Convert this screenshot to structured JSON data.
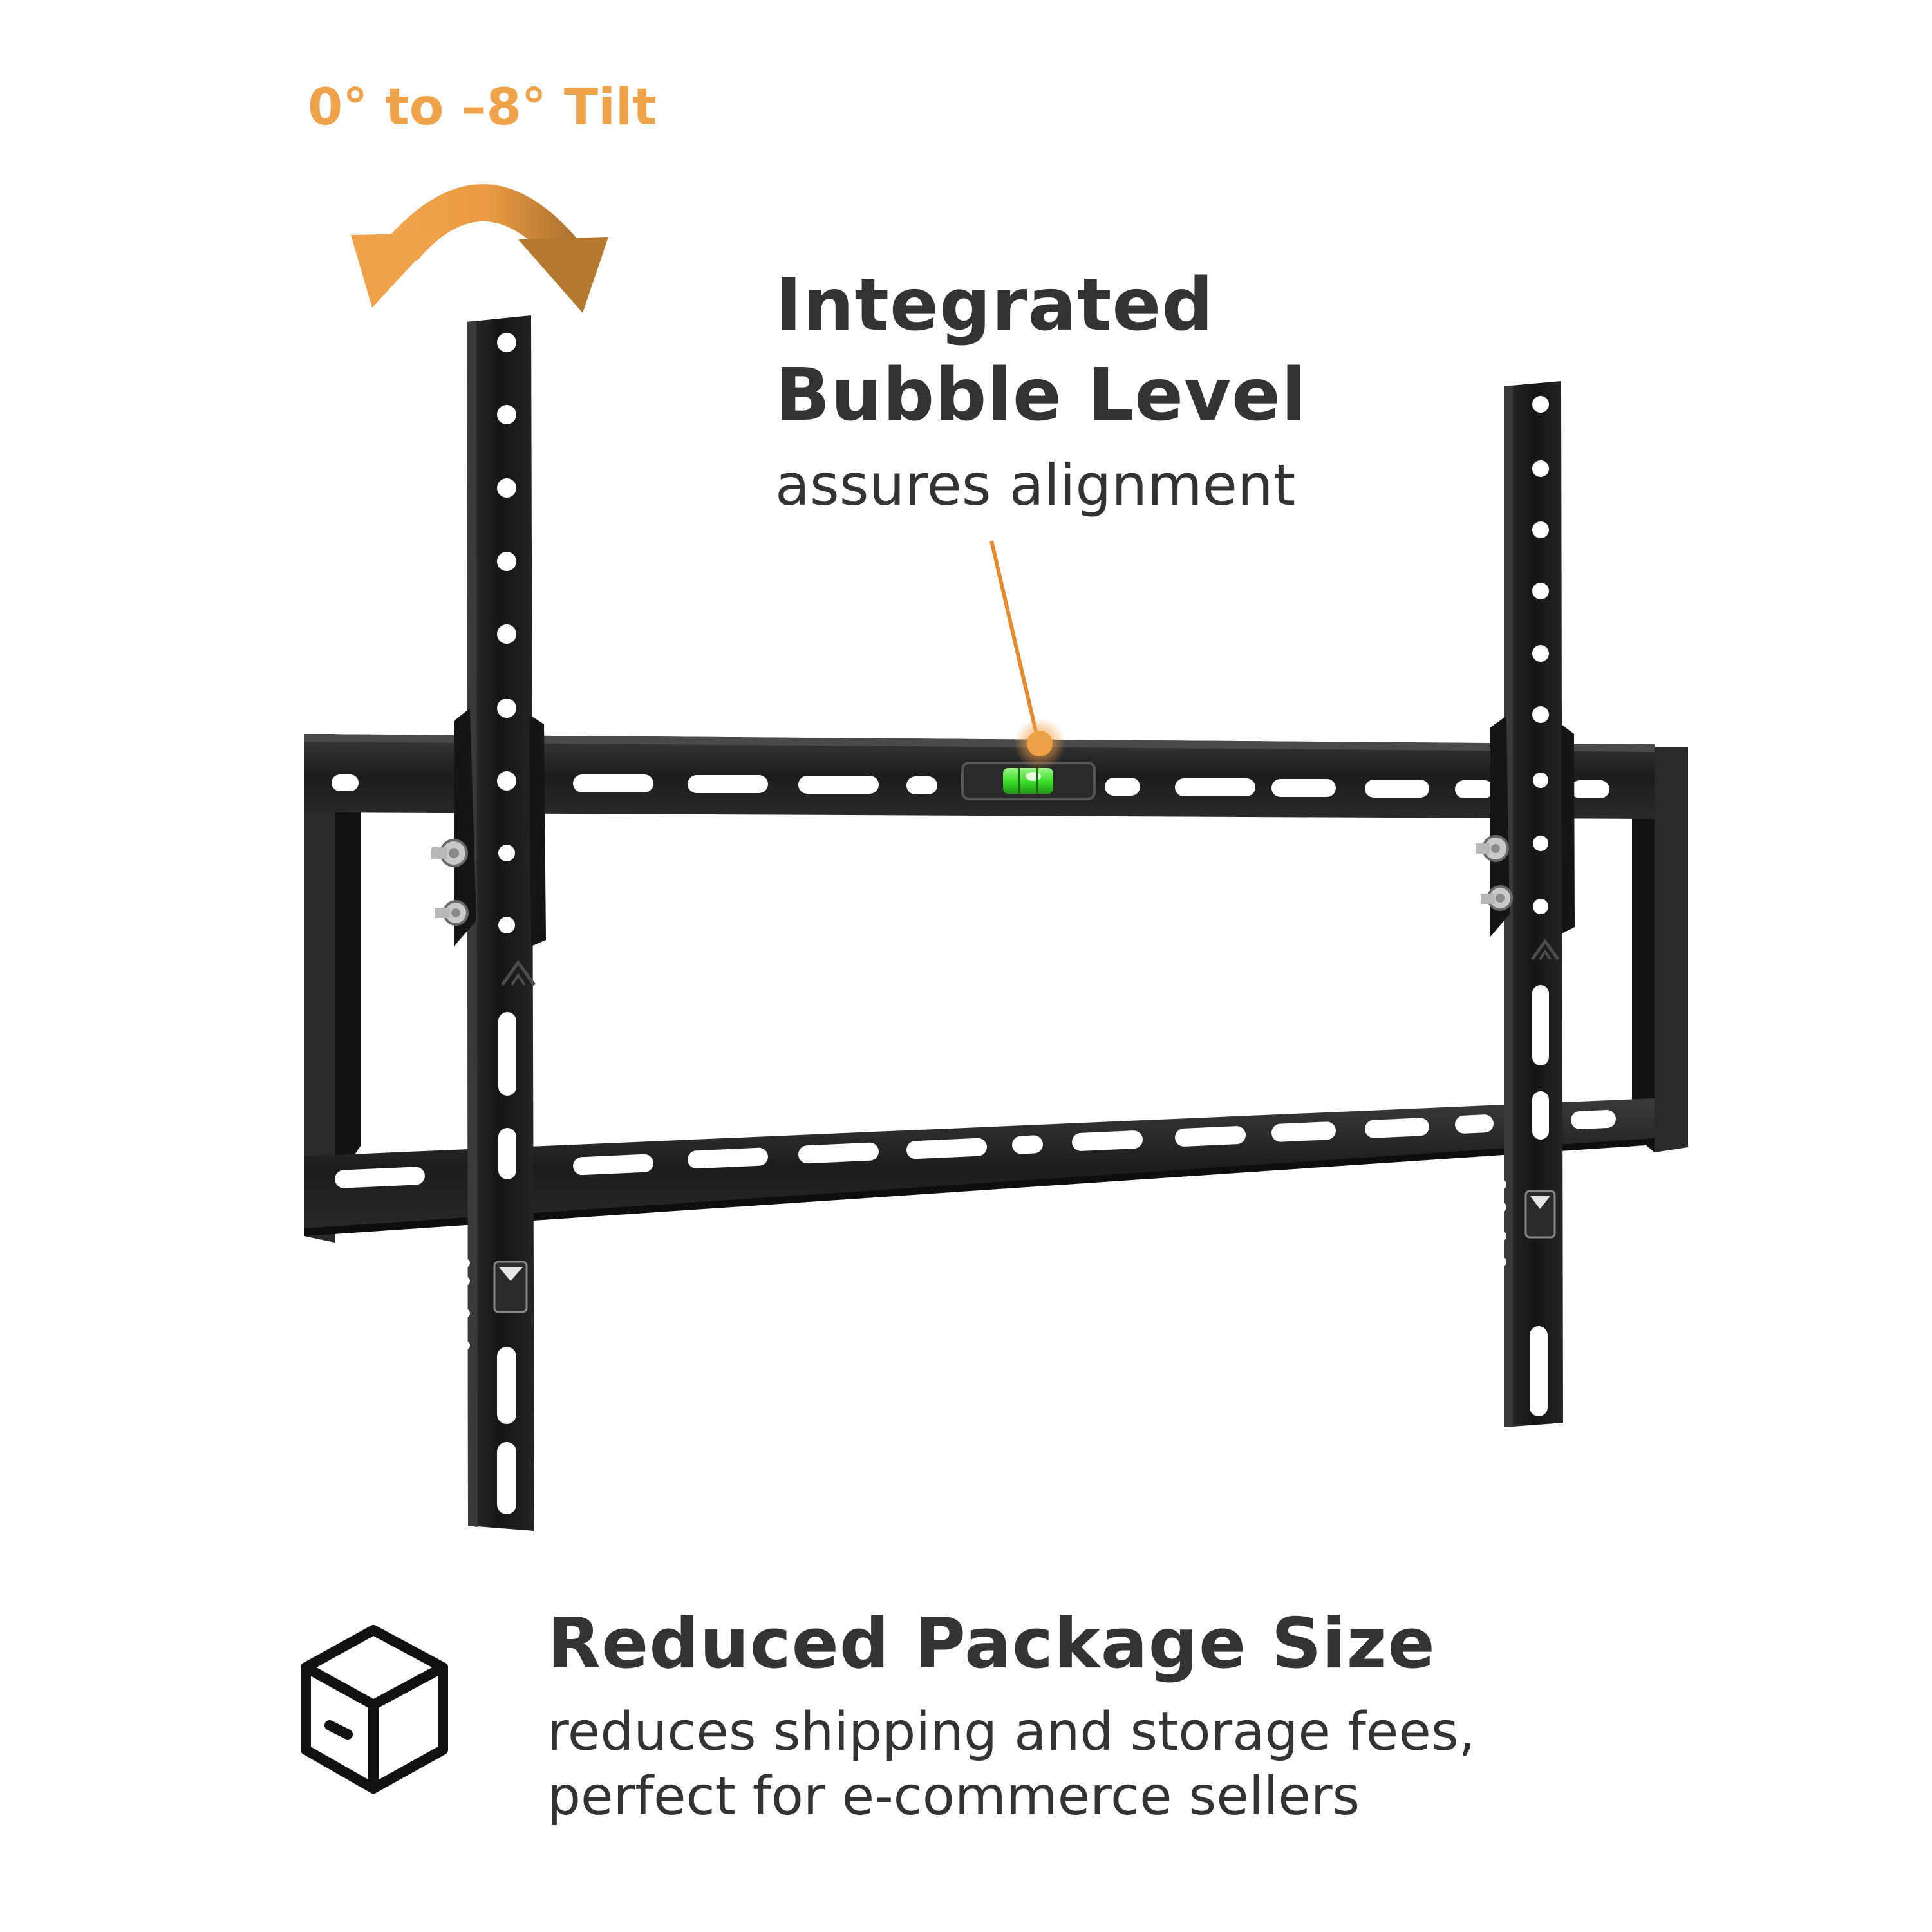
{
  "tilt": {
    "label": "0° to –8° Tilt",
    "accent_color": "#f0a24a",
    "arrow_dark_color": "#b5782f",
    "icon": "curved-double-arrow-icon"
  },
  "bubble_level": {
    "title_line1": "Integrated",
    "title_line2": "Bubble Level",
    "subtitle": "assures alignment",
    "callout_color": "#e8892b",
    "vial_color": "#3de02a"
  },
  "package": {
    "title": "Reduced Package Size",
    "subtitle_line1": "reduces shipping and storage fees,",
    "subtitle_line2": "perfect for e-commerce sellers",
    "icon": "box-icon"
  },
  "colors": {
    "text": "#333333",
    "metal": "#1e1e1e"
  }
}
